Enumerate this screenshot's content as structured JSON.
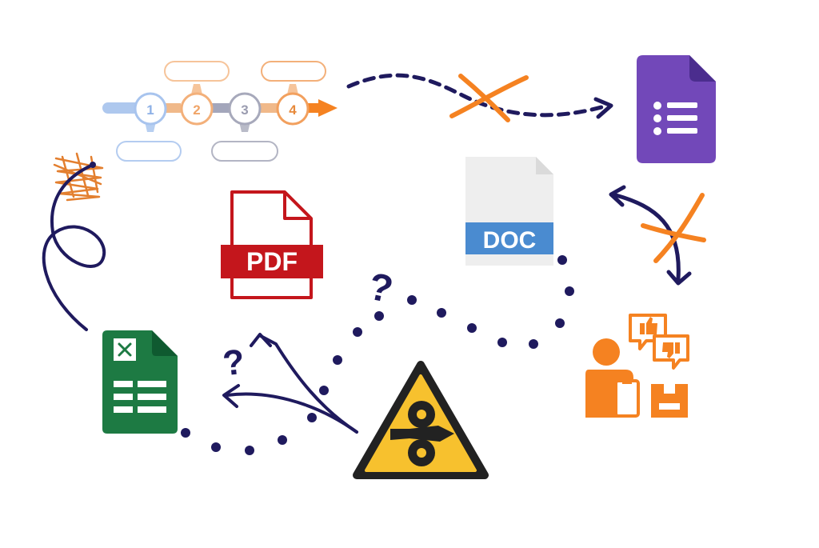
{
  "labels": {
    "pdf": "PDF",
    "doc": "DOC",
    "question_mark": "?",
    "steps": [
      "1",
      "2",
      "3",
      "4"
    ]
  },
  "colors": {
    "navy": "#1f1a5e",
    "orange": "#f58221",
    "pdf_red": "#c4161c",
    "doc_blue": "#4a8bd0",
    "doc_page": "#eeeeee",
    "excel_green": "#1d7a43",
    "forms_purple": "#7248b9",
    "warning_yellow": "#f7c12e"
  },
  "icons": [
    "process-steps-icon",
    "google-forms-icon",
    "doc-file-icon",
    "pdf-file-icon",
    "excel-file-icon",
    "warning-pinch-hazard-icon",
    "customer-feedback-icon",
    "scribble-icon",
    "x-mark-icon",
    "question-mark-icon"
  ]
}
